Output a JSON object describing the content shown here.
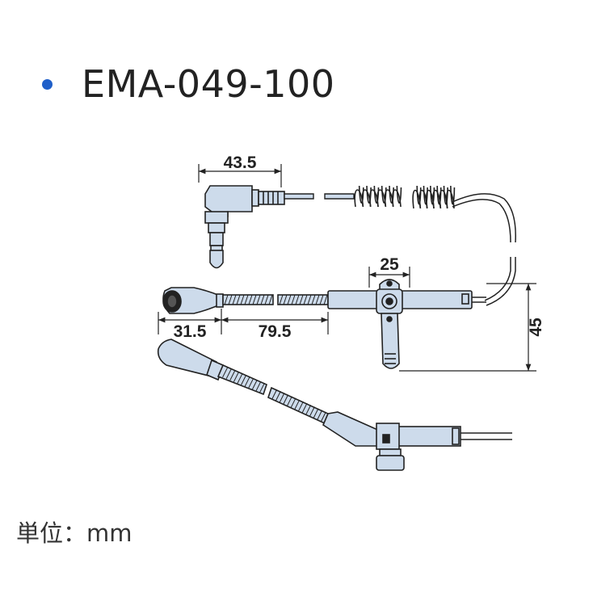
{
  "title": "EMA-049-100",
  "bullet_color": "#1f5fc9",
  "part_fill": "#cddbeb",
  "outline_color": "#222222",
  "dimensions": {
    "jack_length": "43.5",
    "clip_width": "25",
    "head_length": "31.5",
    "neck_length": "79.5",
    "height": "45"
  },
  "unit_label": "単位：mm"
}
